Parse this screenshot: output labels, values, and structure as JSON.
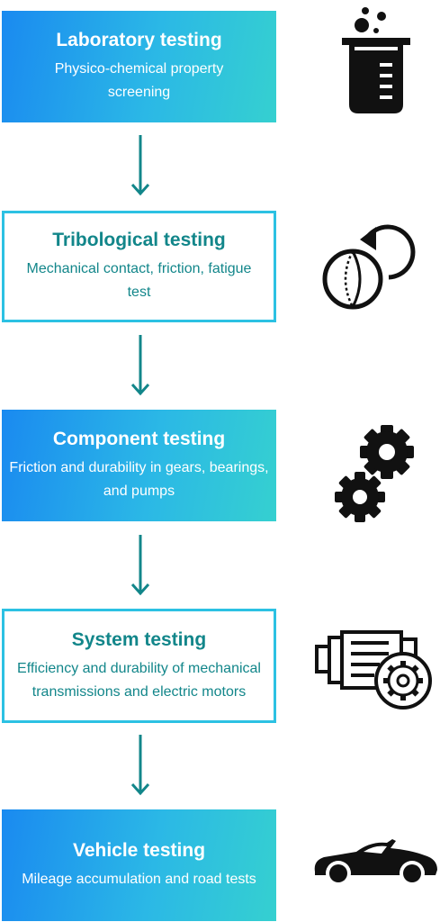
{
  "steps": [
    {
      "title": "Laboratory testing",
      "description": "Physico-chemical property screening",
      "icon": "beaker-icon"
    },
    {
      "title": "Tribological testing",
      "description": "Mechanical contact, friction, fatigue test",
      "icon": "rotating-sphere-icon"
    },
    {
      "title": "Component testing",
      "description": "Friction and durability in gears, bearings, and pumps",
      "icon": "gears-icon"
    },
    {
      "title": "System testing",
      "description": "Efficiency and durability of mechanical transmissions and electric motors",
      "icon": "motor-icon"
    },
    {
      "title": "Vehicle testing",
      "description": "Mileage accumulation and road tests",
      "icon": "car-icon"
    }
  ],
  "colors": {
    "gradient_start": "#1a8af0",
    "gradient_end": "#35d0d0",
    "teal": "#12868a",
    "outline": "#2cc1e3"
  }
}
